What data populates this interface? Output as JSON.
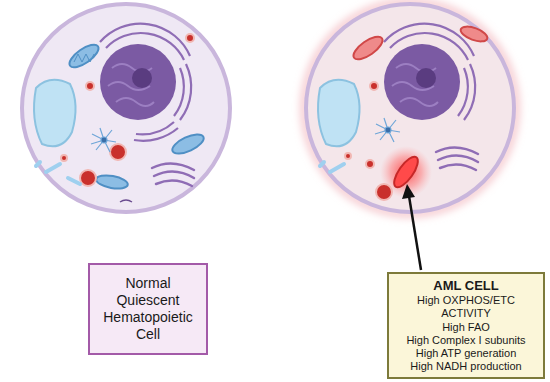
{
  "diagram": {
    "nodes": [
      {
        "text": [
          "Normal Quiescent Hematopoietic Cell"
        ]
      },
      {
        "text": [
          "AML CELL",
          "High OXPHOS/ETC ACTIVITY",
          "High FAO",
          "High Complex I subunits",
          "High ATP generation",
          "High NADH production"
        ]
      }
    ]
  }
}
